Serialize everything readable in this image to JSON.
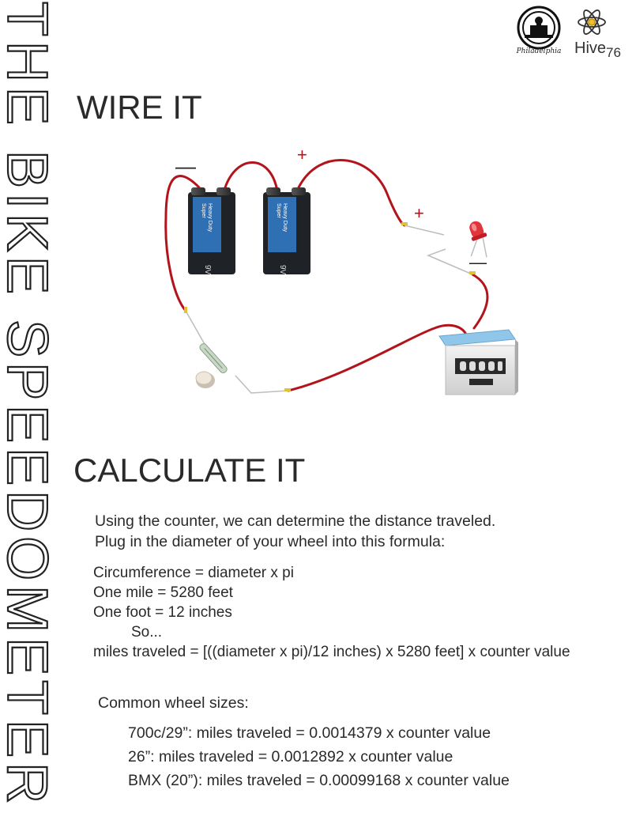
{
  "vertical_title": "THE BIKE SPEEDOMETER",
  "logos": {
    "seal_caption": "Philadelphia",
    "hive_text": "Hive",
    "hive_number": "76"
  },
  "wire_section": {
    "title": "WIRE IT",
    "battery_brand_line1": "Super",
    "battery_brand_line2": "Heavy Duty",
    "battery_voltage": "9V",
    "minus_label": "—",
    "plus_label": "+",
    "led_plus_label": "+",
    "led_minus_label": "—"
  },
  "calculate_section": {
    "title": "CALCULATE IT",
    "intro_line1": "Using the counter, we can determine the distance traveled.",
    "intro_line2": "Plug in the diameter of your wheel into this formula:",
    "formula": {
      "line1": "Circumference = diameter x pi",
      "line2": "One mile = 5280 feet",
      "line3": "One foot = 12 inches",
      "line4": "So...",
      "line5": "miles traveled = [((diameter x pi)/12 inches) x 5280 feet] x counter value"
    },
    "common_title": "Common wheel sizes:",
    "sizes": [
      "700c/29”: miles traveled = 0.0014379 x counter value",
      "26”: miles traveled = 0.0012892 x counter value",
      "BMX (20”): miles traveled = 0.00099168 x counter value"
    ]
  },
  "colors": {
    "wire": "#b3141b",
    "battery_blue": "#2f6fb3",
    "battery_body": "#1f2226",
    "counter_blue": "#8fc6ea",
    "led": "#e2343b"
  }
}
